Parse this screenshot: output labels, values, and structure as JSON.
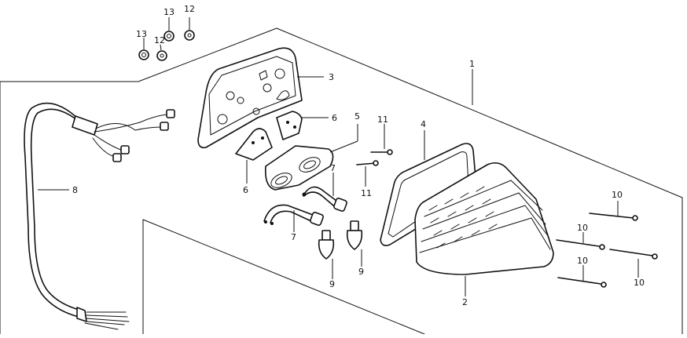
{
  "diagram": {
    "callouts": [
      {
        "id": "c13a",
        "text": "13"
      },
      {
        "id": "c12a",
        "text": "12"
      },
      {
        "id": "c13b",
        "text": "13"
      },
      {
        "id": "c12b",
        "text": "12"
      },
      {
        "id": "c1",
        "text": "1"
      },
      {
        "id": "c3",
        "text": "3"
      },
      {
        "id": "c6a",
        "text": "6"
      },
      {
        "id": "c5",
        "text": "5"
      },
      {
        "id": "c11a",
        "text": "11"
      },
      {
        "id": "c4",
        "text": "4"
      },
      {
        "id": "c6b",
        "text": "6"
      },
      {
        "id": "c11b",
        "text": "11"
      },
      {
        "id": "c7a",
        "text": "7"
      },
      {
        "id": "c8",
        "text": "8"
      },
      {
        "id": "c10a",
        "text": "10"
      },
      {
        "id": "c7b",
        "text": "7"
      },
      {
        "id": "c10b",
        "text": "10"
      },
      {
        "id": "c9a",
        "text": "9"
      },
      {
        "id": "c9b",
        "text": "9"
      },
      {
        "id": "c10c",
        "text": "10"
      },
      {
        "id": "c10d",
        "text": "10"
      },
      {
        "id": "c2",
        "text": "2"
      }
    ]
  }
}
